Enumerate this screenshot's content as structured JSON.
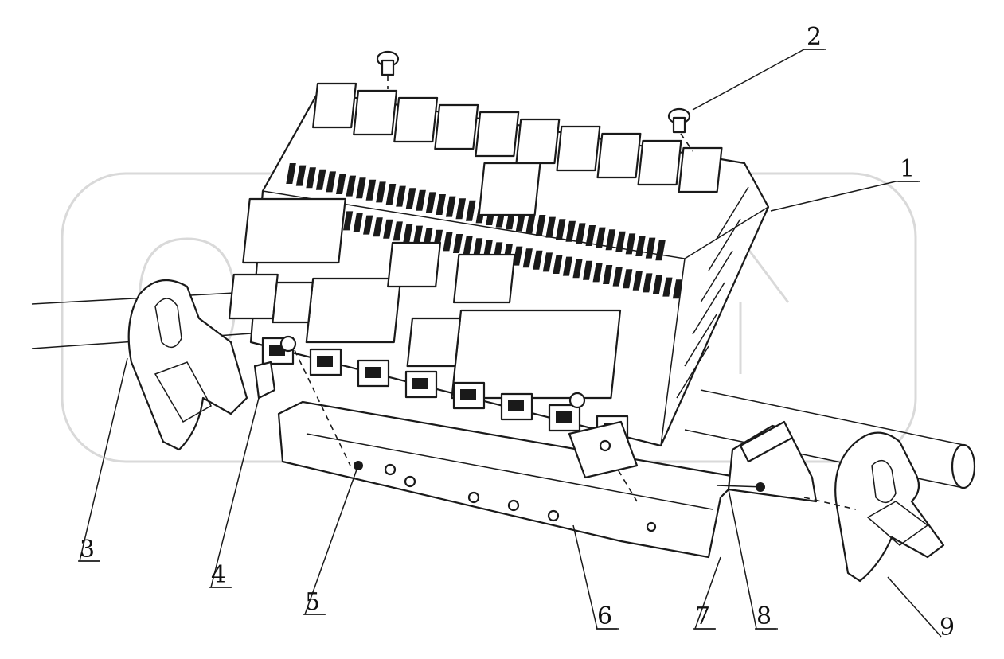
{
  "diagram": {
    "callouts": [
      {
        "id": "1",
        "label": "1"
      },
      {
        "id": "2",
        "label": "2"
      },
      {
        "id": "3",
        "label": "3"
      },
      {
        "id": "4",
        "label": "4"
      },
      {
        "id": "5",
        "label": "5"
      },
      {
        "id": "6",
        "label": "6"
      },
      {
        "id": "7",
        "label": "7"
      },
      {
        "id": "8",
        "label": "8"
      },
      {
        "id": "9",
        "label": "9"
      }
    ],
    "watermark": "OPEX"
  },
  "colors": {
    "line": "#1a1a1a",
    "watermark": "#d9d9d9",
    "background": "#ffffff"
  }
}
